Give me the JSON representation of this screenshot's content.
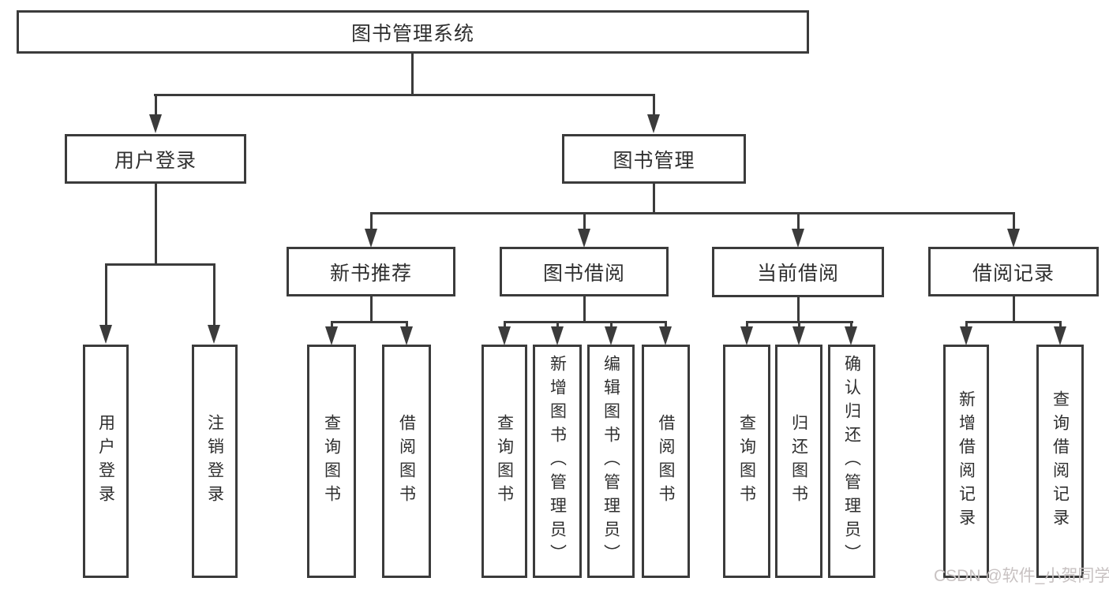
{
  "tree": {
    "root": "图书管理系统",
    "user_login": {
      "label": "用户登录",
      "leaves": [
        "用户登录",
        "注销登录"
      ]
    },
    "book_mgmt": {
      "label": "图书管理",
      "sections": [
        {
          "label": "新书推荐",
          "leaves": [
            "查询图书",
            "借阅图书"
          ]
        },
        {
          "label": "图书借阅",
          "leaves": [
            "查询图书",
            "新增图书（管理员）",
            "编辑图书（管理员）",
            "借阅图书"
          ]
        },
        {
          "label": "当前借阅",
          "leaves": [
            "查询图书",
            "归还图书",
            "确认归还（管理员）"
          ]
        },
        {
          "label": "借阅记录",
          "leaves": [
            "新增借阅记录",
            "查询借阅记录"
          ]
        }
      ]
    }
  },
  "watermark": "CSDN @软件_小贺同学",
  "colors": {
    "line": "#3b3b3b",
    "text": "#2f2f2f",
    "watermark": "#c8c2c2",
    "bg": "#ffffff"
  }
}
